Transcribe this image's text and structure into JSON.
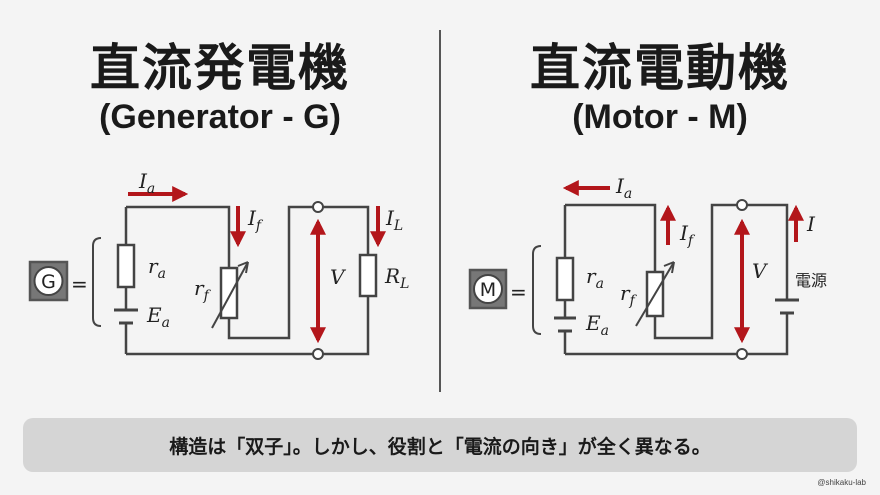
{
  "generator": {
    "title_jp": "直流発電機",
    "title_en": "(Generator - G)",
    "machine_symbol": "G",
    "labels": {
      "ia_i": "I",
      "ia_sub": "a",
      "if_i": "I",
      "if_sub": "f",
      "il_i": "I",
      "il_sub": "L",
      "ra_r": "r",
      "ra_sub": "a",
      "rf_r": "r",
      "rf_sub": "f",
      "ea_e": "E",
      "ea_sub": "a",
      "v": "V",
      "rl_r": "R",
      "rl_sub": "L",
      "equals": "="
    }
  },
  "motor": {
    "title_jp": "直流電動機",
    "title_en": "(Motor - M)",
    "machine_symbol": "M",
    "labels": {
      "ia_i": "I",
      "ia_sub": "a",
      "if_i": "I",
      "if_sub": "f",
      "i": "I",
      "ra_r": "r",
      "ra_sub": "a",
      "rf_r": "r",
      "rf_sub": "f",
      "ea_e": "E",
      "ea_sub": "a",
      "v": "V",
      "source": "電源",
      "equals": "="
    }
  },
  "banner_text": "構造は「双子」。しかし、役割と「電流の向き」が全く異なる。",
  "watermark": "@shikaku-lab",
  "colors": {
    "arrow": "#b3161b",
    "wire": "#444444",
    "banner_bg": "#d5d5d5"
  }
}
